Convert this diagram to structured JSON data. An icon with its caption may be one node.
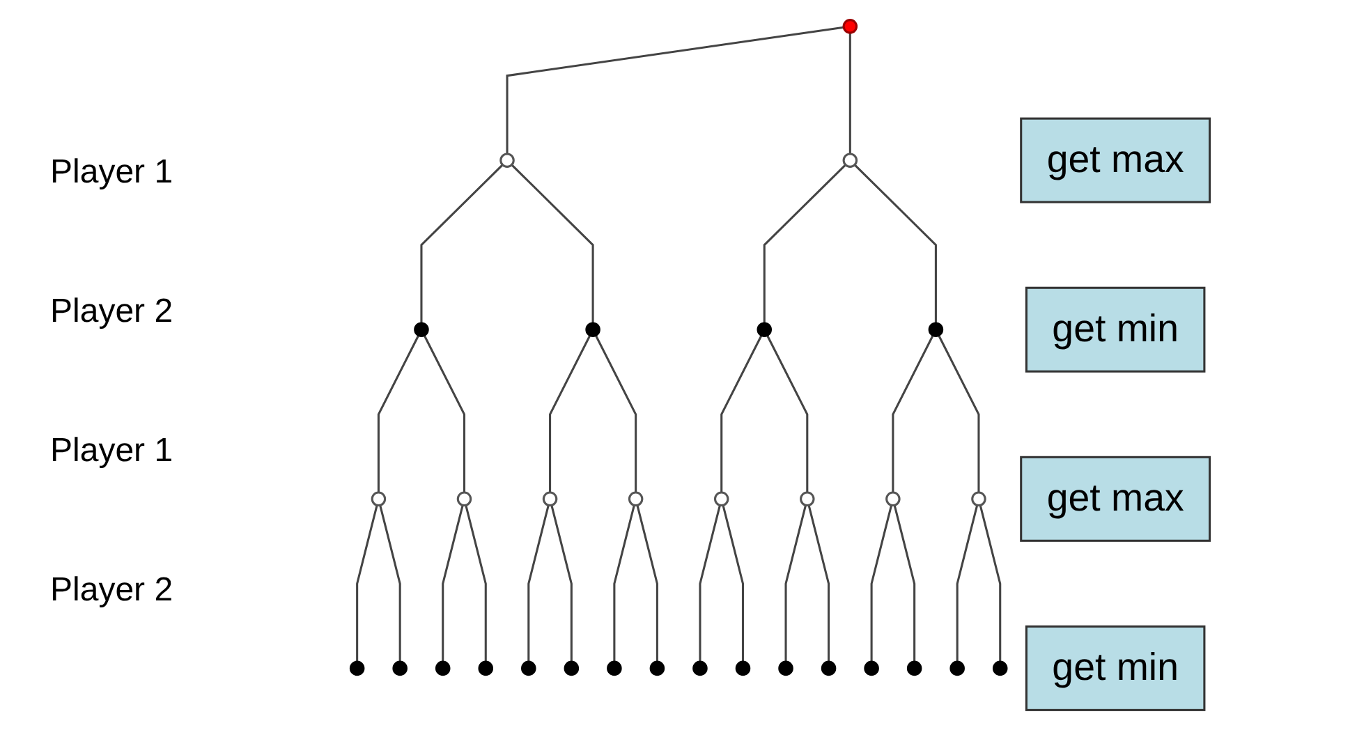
{
  "diagram": {
    "nodes": [
      {
        "text": [],
        "shape": "circle"
      },
      {
        "text": [],
        "shape": "circle"
      },
      {
        "text": [],
        "shape": "circle"
      },
      {
        "text": [],
        "shape": "circle"
      },
      {
        "text": [],
        "shape": "circle"
      },
      {
        "text": [],
        "shape": "circle"
      },
      {
        "text": [],
        "shape": "circle"
      },
      {
        "text": [],
        "shape": "circle"
      },
      {
        "text": [],
        "shape": "circle"
      },
      {
        "text": [],
        "shape": "circle"
      },
      {
        "text": [],
        "shape": "circle"
      },
      {
        "text": [],
        "shape": "circle"
      },
      {
        "text": [],
        "shape": "circle"
      },
      {
        "text": [],
        "shape": "circle"
      },
      {
        "text": [],
        "shape": "circle"
      },
      {
        "text": [],
        "shape": "circle"
      },
      {
        "text": [],
        "shape": "circle"
      },
      {
        "text": [],
        "shape": "circle"
      },
      {
        "text": [],
        "shape": "circle"
      },
      {
        "text": [],
        "shape": "circle"
      },
      {
        "text": [],
        "shape": "circle"
      },
      {
        "text": [],
        "shape": "circle"
      },
      {
        "text": [],
        "shape": "circle"
      },
      {
        "text": [],
        "shape": "circle"
      },
      {
        "text": [],
        "shape": "circle"
      },
      {
        "text": [],
        "shape": "circle"
      },
      {
        "text": [],
        "shape": "circle"
      },
      {
        "text": [],
        "shape": "circle"
      },
      {
        "text": [],
        "shape": "circle"
      },
      {
        "text": [],
        "shape": "circle"
      },
      {
        "text": [],
        "shape": "circle"
      },
      {
        "text": [
          "get max"
        ]
      },
      {
        "text": [
          "get min"
        ]
      },
      {
        "text": [
          "get max"
        ]
      },
      {
        "text": [
          "get min"
        ]
      }
    ],
    "edges": [
      {
        "from": 0,
        "to": 1,
        "arrow": "none"
      },
      {
        "from": 0,
        "to": 2,
        "arrow": "none"
      },
      {
        "from": 1,
        "to": 3,
        "arrow": "none"
      },
      {
        "from": 1,
        "to": 4,
        "arrow": "none"
      },
      {
        "from": 2,
        "to": 5,
        "arrow": "none"
      },
      {
        "from": 2,
        "to": 6,
        "arrow": "none"
      },
      {
        "from": 3,
        "to": 7,
        "arrow": "none"
      },
      {
        "from": 3,
        "to": 8,
        "arrow": "none"
      },
      {
        "from": 4,
        "to": 9,
        "arrow": "none"
      },
      {
        "from": 4,
        "to": 10,
        "arrow": "none"
      },
      {
        "from": 5,
        "to": 11,
        "arrow": "none"
      },
      {
        "from": 5,
        "to": 12,
        "arrow": "none"
      },
      {
        "from": 6,
        "to": 13,
        "arrow": "none"
      },
      {
        "from": 6,
        "to": 14,
        "arrow": "none"
      },
      {
        "from": 7,
        "to": 15,
        "arrow": "none"
      },
      {
        "from": 7,
        "to": 16,
        "arrow": "none"
      },
      {
        "from": 8,
        "to": 17,
        "arrow": "none"
      },
      {
        "from": 8,
        "to": 18,
        "arrow": "none"
      },
      {
        "from": 9,
        "to": 19,
        "arrow": "none"
      },
      {
        "from": 9,
        "to": 20,
        "arrow": "none"
      },
      {
        "from": 10,
        "to": 21,
        "arrow": "none"
      },
      {
        "from": 10,
        "to": 22,
        "arrow": "none"
      },
      {
        "from": 11,
        "to": 23,
        "arrow": "none"
      },
      {
        "from": 11,
        "to": 24,
        "arrow": "none"
      },
      {
        "from": 12,
        "to": 25,
        "arrow": "none"
      },
      {
        "from": 12,
        "to": 26,
        "arrow": "none"
      },
      {
        "from": 13,
        "to": 27,
        "arrow": "none"
      },
      {
        "from": 13,
        "to": 28,
        "arrow": "none"
      },
      {
        "from": 14,
        "to": 29,
        "arrow": "none"
      },
      {
        "from": 14,
        "to": 30,
        "arrow": "none"
      }
    ],
    "labels": [
      "Player 1",
      "Player 2",
      "Player 1",
      "Player 2"
    ]
  }
}
